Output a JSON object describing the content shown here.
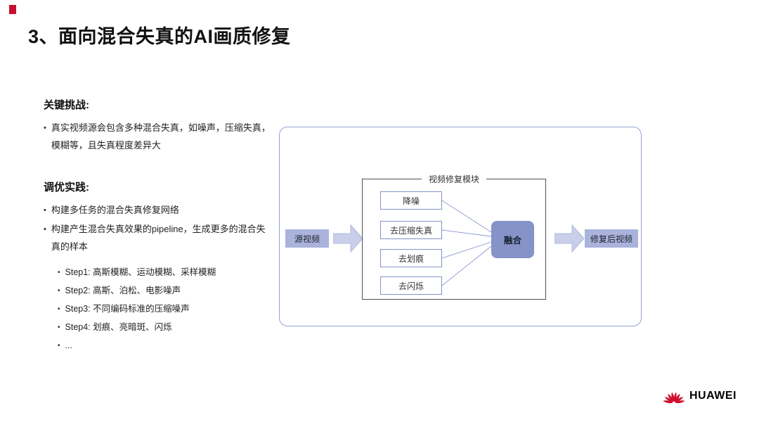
{
  "title": "3、面向混合失真的AI画质修复",
  "left": {
    "challenge_heading": "关键挑战:",
    "challenge_bullet": "真实视频源会包含多种混合失真，如噪声，压缩失真，模糊等，且失真程度差异大",
    "practice_heading": "调优实践:",
    "practice_bullets": [
      "构建多任务的混合失真修复网络",
      "构建产生混合失真效果的pipeline，生成更多的混合失真的样本"
    ],
    "steps": [
      "Step1: 高斯模糊、运动模糊、采样模糊",
      "Step2: 高斯、泊松、电影噪声",
      "Step3: 不同编码标准的压缩噪声",
      "Step4: 划痕、亮暗斑、闪烁",
      "..."
    ]
  },
  "diagram": {
    "module_label": "视频修复模块",
    "source_label": "源视频",
    "output_label": "修复后视频",
    "fusion_label": "融合",
    "submodules": [
      "降噪",
      "去压缩失真",
      "去划痕",
      "去闪烁"
    ]
  },
  "footer": {
    "brand": "HUAWEI"
  },
  "colors": {
    "accent_red": "#C8102E",
    "diagram_border": "#95A2D4",
    "io_box_fill": "#A9B3DB",
    "fusion_fill": "#8593C9",
    "arrow_fill": "#C9CFE9",
    "submodule_border": "#8493C8"
  }
}
